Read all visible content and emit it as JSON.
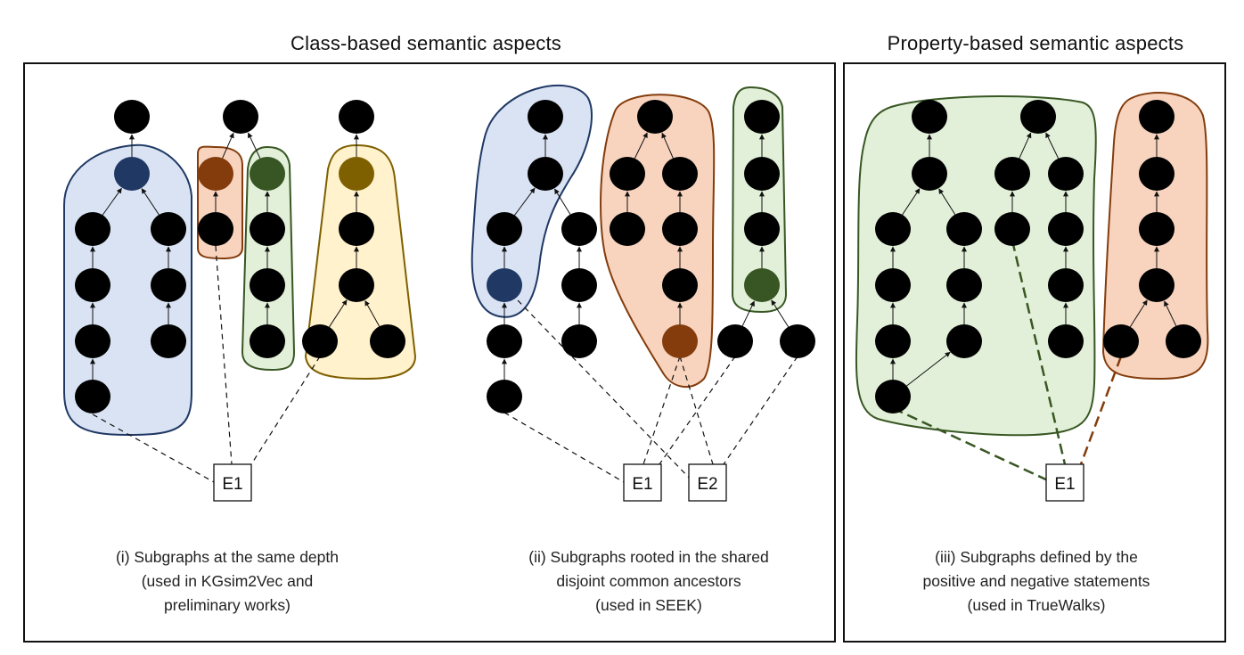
{
  "headings": {
    "class_based": "Class-based semantic aspects",
    "property_based": "Property-based semantic aspects"
  },
  "entities": {
    "e1": "E1",
    "e2": "E2"
  },
  "captions": {
    "i": [
      "(i) Subgraphs at the same depth",
      "(used in KGsim2Vec and",
      "preliminary works)"
    ],
    "ii": [
      "(ii) Subgraphs rooted in the shared",
      "disjoint common ancestors",
      "(used in SEEK)"
    ],
    "iii": [
      "(iii) Subgraphs defined by the",
      "positive and negative statements",
      "(used in TrueWalks)"
    ]
  },
  "colors": {
    "node": "#000000",
    "blue_fill": "#dae3f3",
    "blue_stroke": "#1f3864",
    "blue_node": "#1f3864",
    "orange_fill": "#f8d4bf",
    "orange_stroke": "#843c0c",
    "orange_node": "#843c0c",
    "green_fill": "#e2f0d9",
    "green_stroke": "#385723",
    "green_node": "#375623",
    "yellow_fill": "#fff2cc",
    "yellow_stroke": "#7f6000",
    "yellow_node": "#7f6000"
  }
}
